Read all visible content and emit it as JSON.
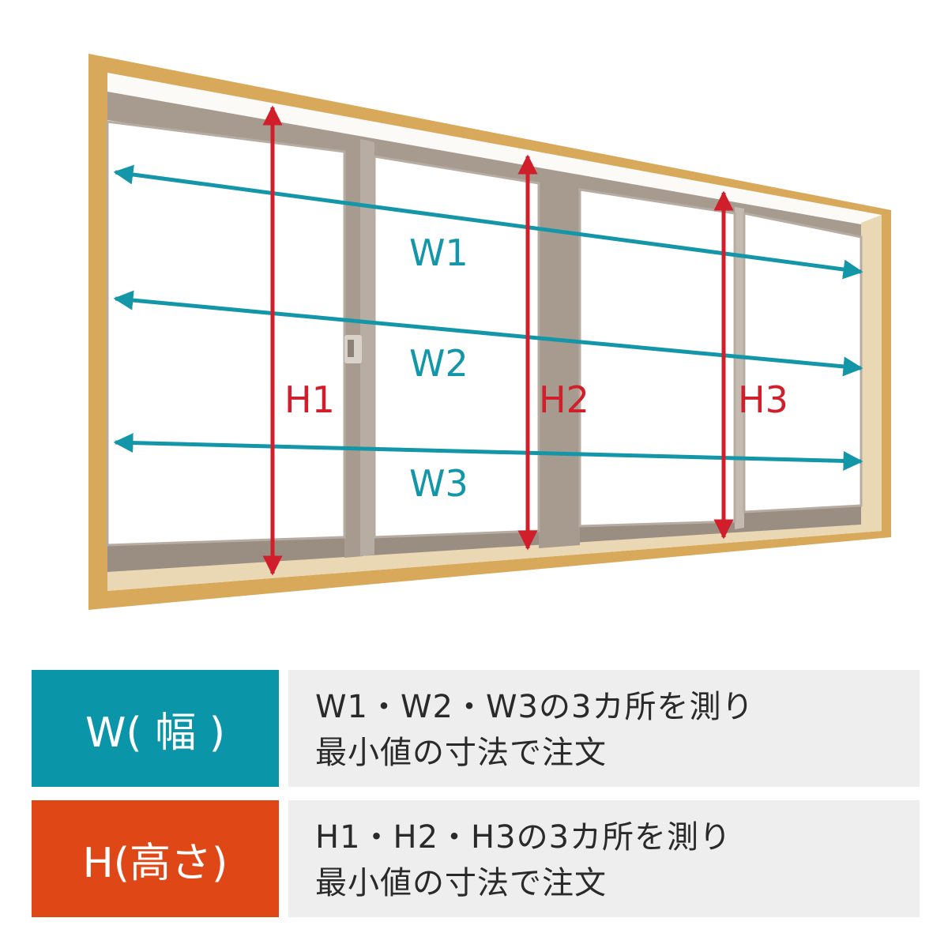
{
  "labels": {
    "w1": "W1",
    "w2": "W2",
    "w3": "W3",
    "h1": "H1",
    "h2": "H2",
    "h3": "H3"
  },
  "legend": {
    "width": {
      "tag": "W( 幅 )",
      "line1": "W1・W2・W3の3カ所を測り",
      "line2": "最小値の寸法で注文"
    },
    "height": {
      "tag": "H(高さ)",
      "line1": "H1・H2・H3の3カ所を測り",
      "line2": "最小値の寸法で注文"
    }
  },
  "colors": {
    "width_arrow": "#1396a8",
    "height_arrow": "#d01f2b",
    "width_tag": "#0a95a8",
    "height_tag": "#e04716",
    "frame_wood": "#d8a95a",
    "sash": "#a79b8f"
  }
}
